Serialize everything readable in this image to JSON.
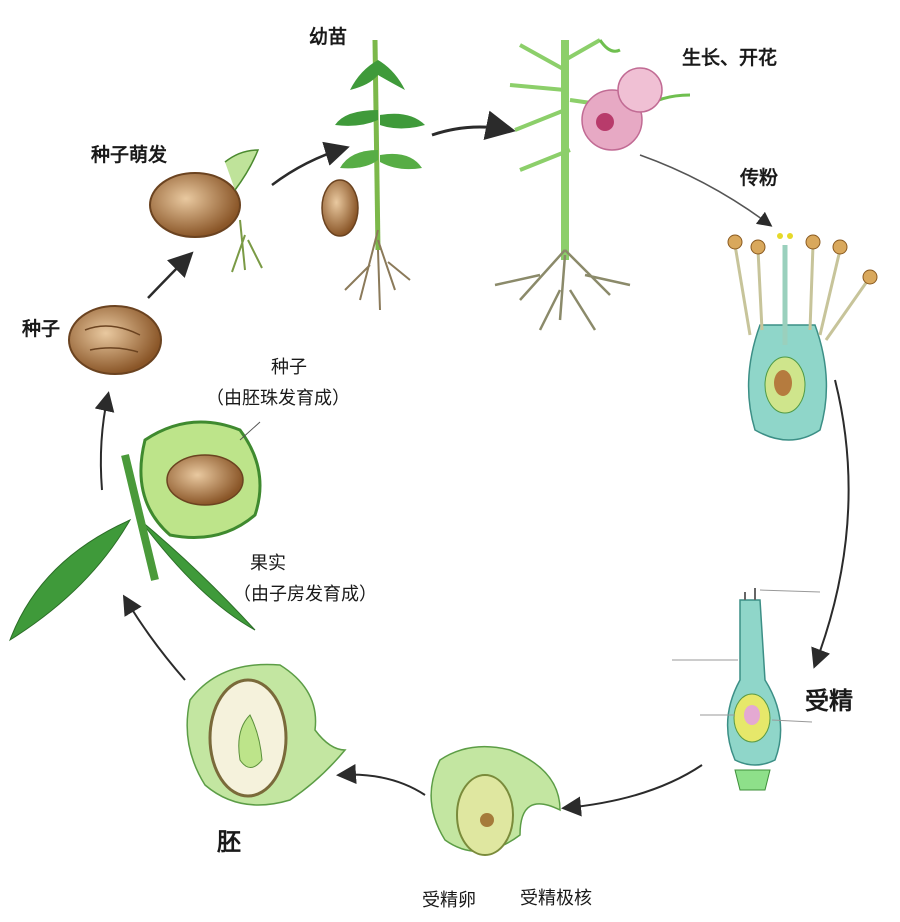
{
  "labels": {
    "seedling": "幼苗",
    "grow_flower": "生长、开花",
    "pollination": "传粉",
    "germination": "种子萌发",
    "seed": "种子",
    "seed_fruit": "种子",
    "seed_origin": "（由胚珠发育成）",
    "fruit": "果实",
    "fruit_origin": "（由子房发育成）",
    "fertilization": "受精",
    "embryo": "胚",
    "fertilized_egg": "受精卵",
    "fertilized_polar": "受精极核"
  },
  "colors": {
    "leaf_green": "#3f9a3a",
    "light_green": "#bfe39a",
    "seed_brown": "#a5713c",
    "flower_pink": "#e7a9c4",
    "ovary_teal": "#8fd6c9",
    "arrow": "#2b2b2b"
  }
}
